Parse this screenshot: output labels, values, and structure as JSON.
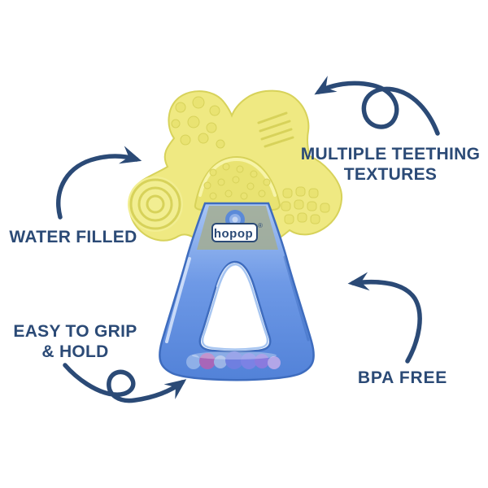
{
  "page": {
    "background": "#ffffff"
  },
  "colors": {
    "navy": "#2b4a76",
    "yellow": "#efe982",
    "yellow_shade": "#d7d25a",
    "yellow_deep": "#e9e372",
    "yellow_light": "#f7f4a8",
    "blue_dark": "#3e6cbe",
    "blue_mid": "#6e99e6",
    "blue_light": "#a9c6f4",
    "blue_pale": "#d9e6fb",
    "panel_sage": "#a3ad92",
    "badge_bg": "#ffffff"
  },
  "annotations": {
    "teething": {
      "line1": "MULTIPLE TEETHING",
      "line2": "TEXTURES"
    },
    "water": {
      "label": "WATER FILLED"
    },
    "grip": {
      "line1": "EASY TO GRIP",
      "line2": "& HOLD"
    },
    "bpa": {
      "label": "BPA FREE"
    }
  },
  "product": {
    "brand": "hopop",
    "trademark": "®"
  },
  "beads": [
    "#8fb0e8",
    "#a866b8",
    "#9bb4e6",
    "#6f7fe0",
    "#7b82e4",
    "#8a7ade",
    "#b2a6e8"
  ]
}
